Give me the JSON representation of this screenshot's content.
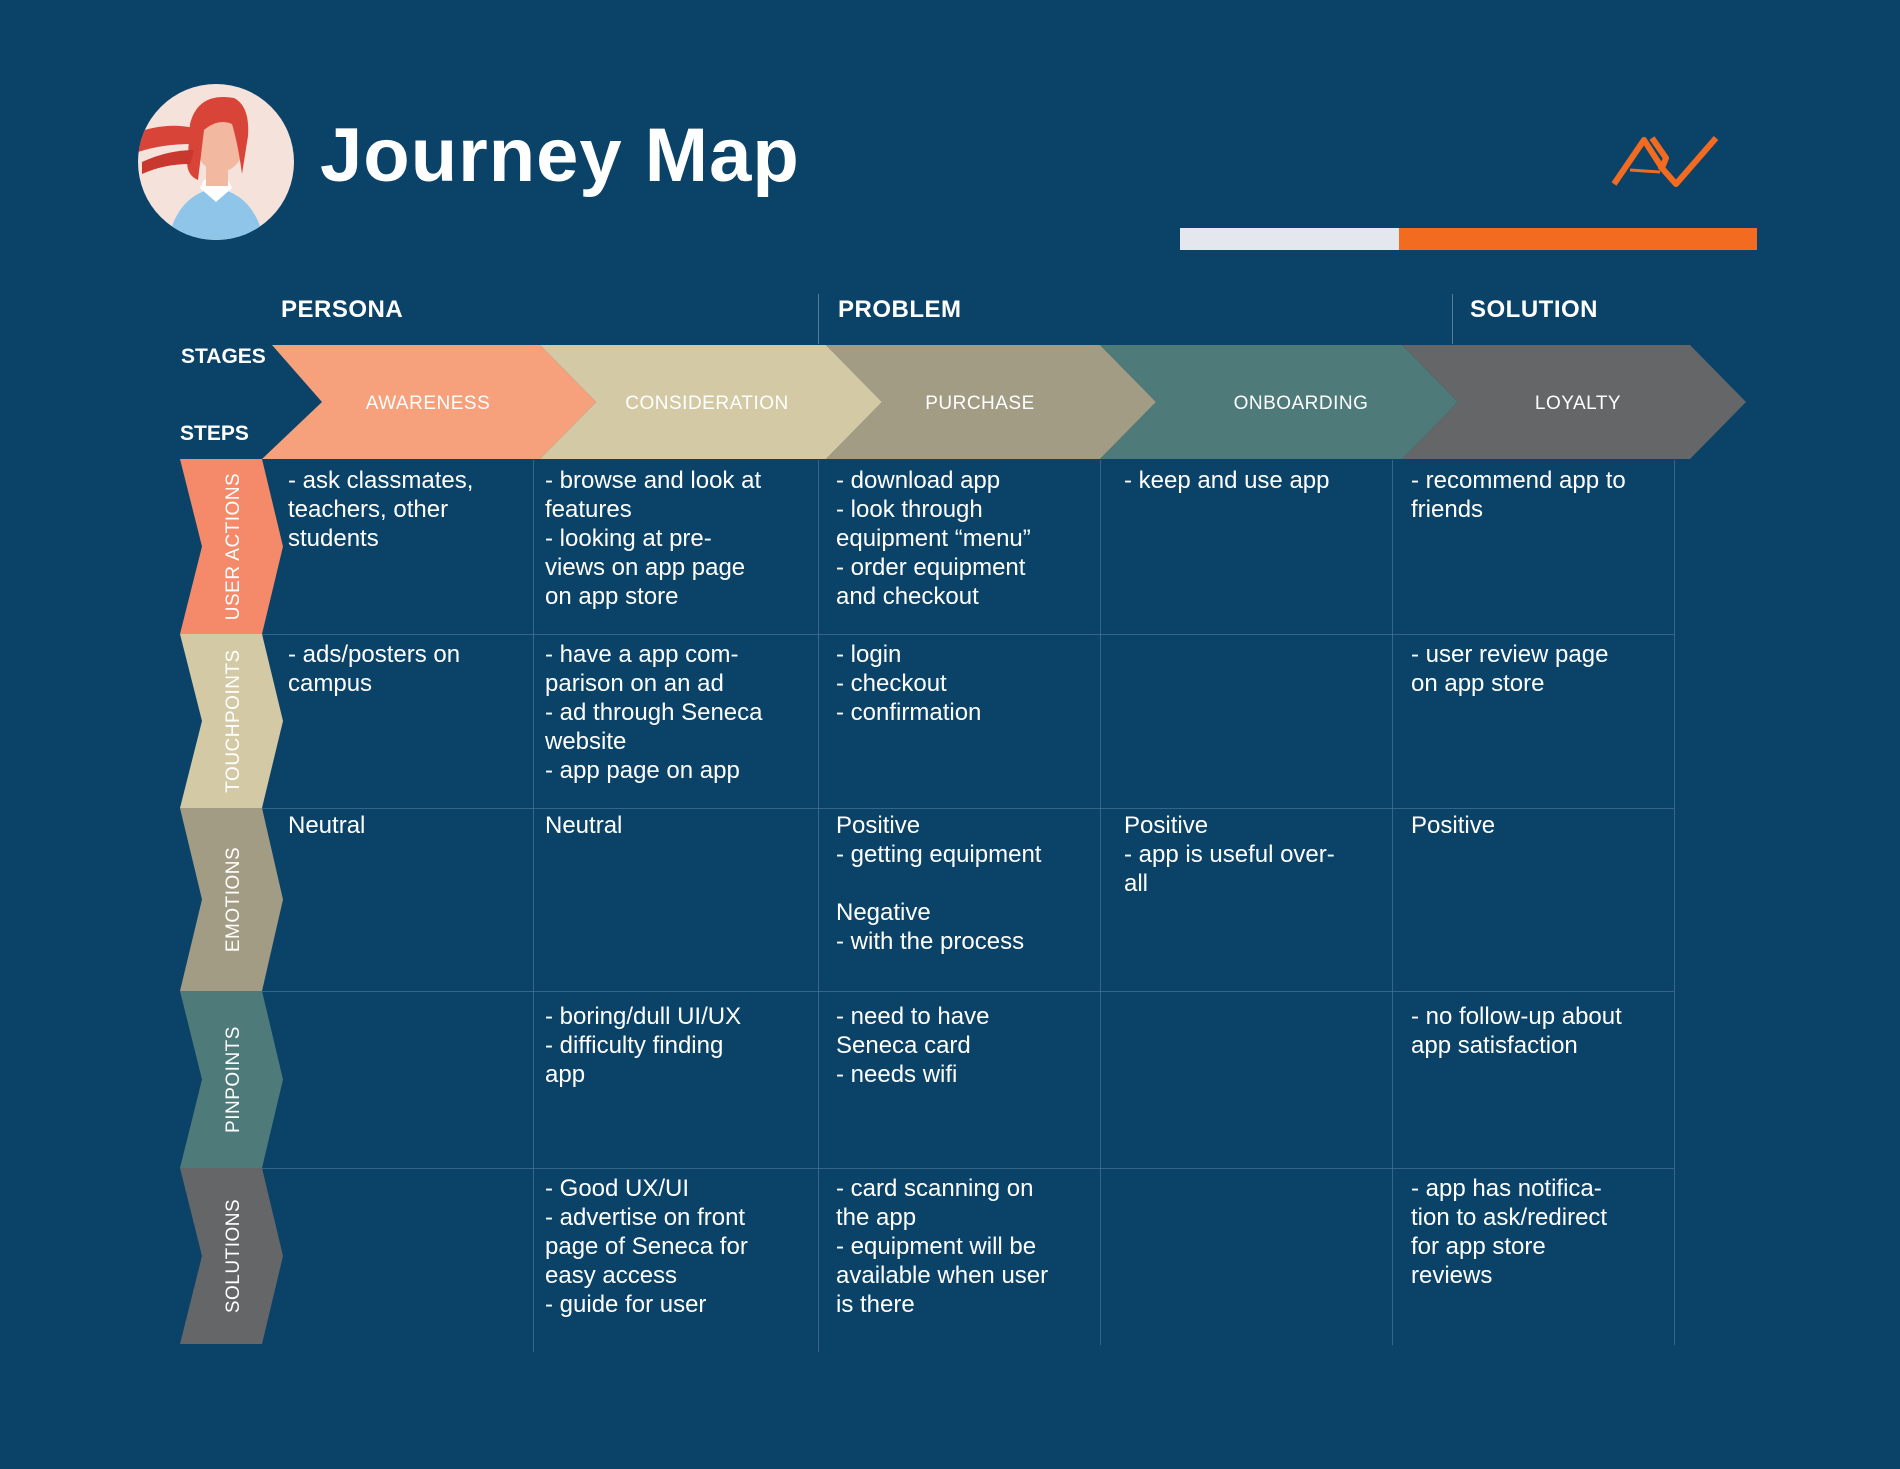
{
  "header": {
    "title": "Journey Map",
    "accent_light": "#e4e8ee",
    "accent_orange": "#f26b21",
    "background": "#0b4368"
  },
  "sections": [
    "PERSONA",
    "PROBLEM",
    "SOLUTION"
  ],
  "labels": {
    "stages": "STAGES",
    "steps": "STEPS"
  },
  "stages": [
    {
      "label": "AWARENESS",
      "color": "#f7a07c"
    },
    {
      "label": "CONSIDERATION",
      "color": "#d4c9a5"
    },
    {
      "label": "PURCHASE",
      "color": "#a39c84"
    },
    {
      "label": "ONBOARDING",
      "color": "#4e7a7a"
    },
    {
      "label": "LOYALTY",
      "color": "#646668"
    }
  ],
  "rows": [
    {
      "label": "USER ACTIONS",
      "color": "#f58a6a",
      "cells": [
        "- ask classmates,\nteachers, other\nstudents",
        "- browse and look at\nfeatures\n- looking at pre-\nviews on app page\non app store",
        "- download app\n- look through\nequipment “menu”\n- order equipment\nand checkout",
        "- keep and use app",
        "- recommend app to\nfriends"
      ]
    },
    {
      "label": "TOUCHPOINTS",
      "color": "#d4c9a5",
      "cells": [
        "- ads/posters on\ncampus",
        "- have a app com-\nparison on an ad\n- ad through Seneca\nwebsite\n- app page on app",
        "- login\n- checkout\n- confirmation",
        "",
        "- user review page\non app store"
      ]
    },
    {
      "label": "EMOTIONS",
      "color": "#a39c84",
      "cells": [
        "Neutral",
        "Neutral",
        "Positive\n- getting equipment\n\nNegative\n- with the process",
        "Positive\n- app is useful over-\nall",
        "Positive"
      ]
    },
    {
      "label": "PINPOINTS",
      "color": "#4e7a7a",
      "cells": [
        "",
        "- boring/dull UI/UX\n- difficulty finding\napp",
        "- need to have\nSeneca card\n- needs wifi",
        "",
        "- no follow-up about\napp satisfaction"
      ]
    },
    {
      "label": "SOLUTIONS",
      "color": "#646668",
      "cells": [
        "",
        "- Good UX/UI\n- advertise on front\npage of Seneca for\neasy access\n- guide for user",
        "- card scanning on\nthe app\n- equipment will be\navailable when user\nis there",
        "",
        "- app has notifica-\ntion to ask/redirect\nfor app store\nreviews"
      ]
    }
  ]
}
